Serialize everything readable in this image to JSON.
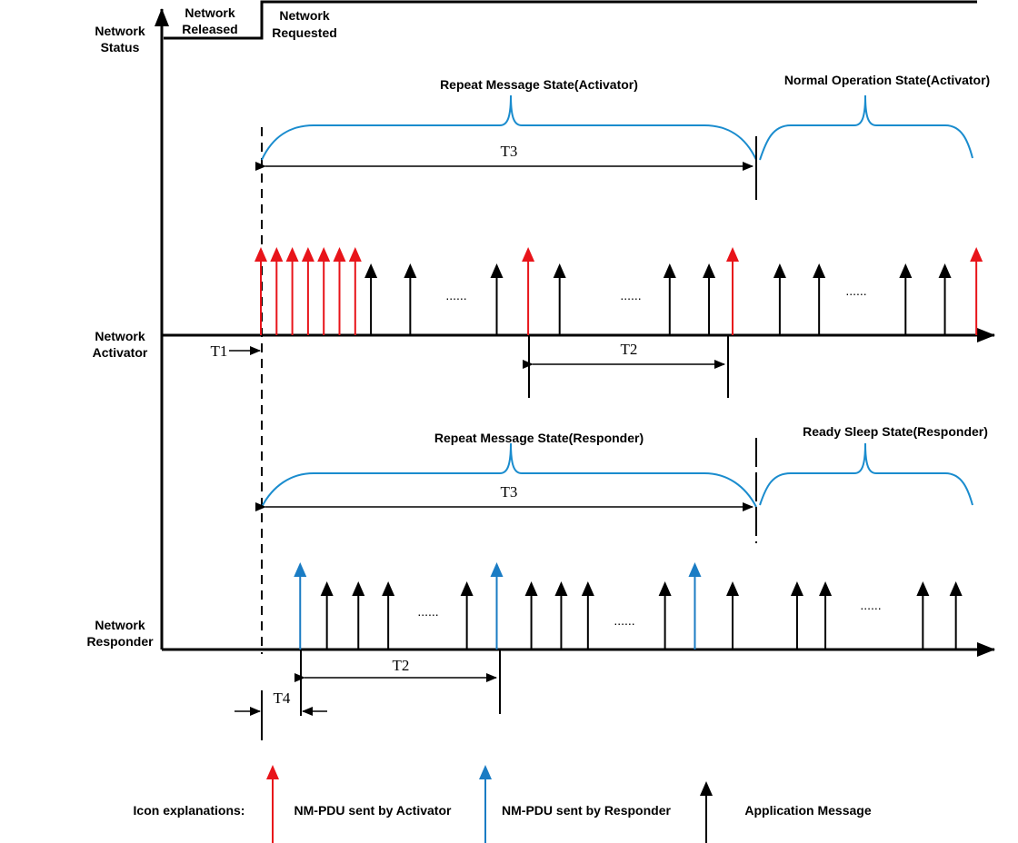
{
  "colors": {
    "activator_pdu": "#e8141a",
    "responder_pdu": "#1a7cc4",
    "application": "#000000",
    "brace": "#1a8cce"
  },
  "status": {
    "axis_label_line1": "Network",
    "axis_label_line2": "Status",
    "released_line1": "Network",
    "released_line2": "Released",
    "requested_line1": "Network",
    "requested_line2": "Requested"
  },
  "activator": {
    "axis_label_line1": "Network",
    "axis_label_line2": "Activator",
    "state_repeat": "Repeat Message State(Activator)",
    "state_normal": "Normal Operation State(Activator)",
    "t3_label": "T3",
    "t1_label": "T1",
    "t2_label": "T2",
    "ellipsis": "......"
  },
  "responder": {
    "axis_label_line1": "Network",
    "axis_label_line2": "Responder",
    "state_repeat": "Repeat Message State(Responder)",
    "state_ready_sleep": "Ready Sleep State(Responder)",
    "t3_label": "T3",
    "t2_label": "T2",
    "t4_label": "T4",
    "ellipsis": "......"
  },
  "legend": {
    "title": "Icon explanations:",
    "activator_pdu": "NM-PDU sent by Activator",
    "responder_pdu": "NM-PDU sent by Responder",
    "application": "Application Message"
  },
  "activator_messages": [
    {
      "t": 0,
      "kind": "activator"
    },
    {
      "t": 1,
      "kind": "activator"
    },
    {
      "t": 2,
      "kind": "activator"
    },
    {
      "t": 3,
      "kind": "activator"
    },
    {
      "t": 4,
      "kind": "activator"
    },
    {
      "t": 5,
      "kind": "activator"
    },
    {
      "t": 6,
      "kind": "activator"
    },
    {
      "t": 7,
      "kind": "application"
    },
    {
      "t": 9.5,
      "kind": "application"
    },
    {
      "t": 15,
      "kind": "application"
    },
    {
      "t": 17,
      "kind": "activator"
    },
    {
      "t": 19,
      "kind": "application"
    },
    {
      "t": 26,
      "kind": "application"
    },
    {
      "t": 28.5,
      "kind": "application"
    },
    {
      "t": 30,
      "kind": "activator"
    },
    {
      "t": 33,
      "kind": "application"
    },
    {
      "t": 35.5,
      "kind": "application"
    },
    {
      "t": 41,
      "kind": "application"
    },
    {
      "t": 43.5,
      "kind": "application"
    },
    {
      "t": 45.5,
      "kind": "activator"
    }
  ],
  "responder_messages": [
    {
      "t": 2.5,
      "kind": "responder"
    },
    {
      "t": 4.2,
      "kind": "application"
    },
    {
      "t": 6.2,
      "kind": "application"
    },
    {
      "t": 8.1,
      "kind": "application"
    },
    {
      "t": 13.1,
      "kind": "application"
    },
    {
      "t": 15,
      "kind": "responder"
    },
    {
      "t": 17.2,
      "kind": "application"
    },
    {
      "t": 19.1,
      "kind": "application"
    },
    {
      "t": 20.8,
      "kind": "application"
    },
    {
      "t": 25.7,
      "kind": "application"
    },
    {
      "t": 27.6,
      "kind": "responder"
    },
    {
      "t": 30,
      "kind": "application"
    },
    {
      "t": 34.1,
      "kind": "application"
    },
    {
      "t": 35.9,
      "kind": "application"
    },
    {
      "t": 42.1,
      "kind": "application"
    },
    {
      "t": 44.2,
      "kind": "application"
    }
  ]
}
